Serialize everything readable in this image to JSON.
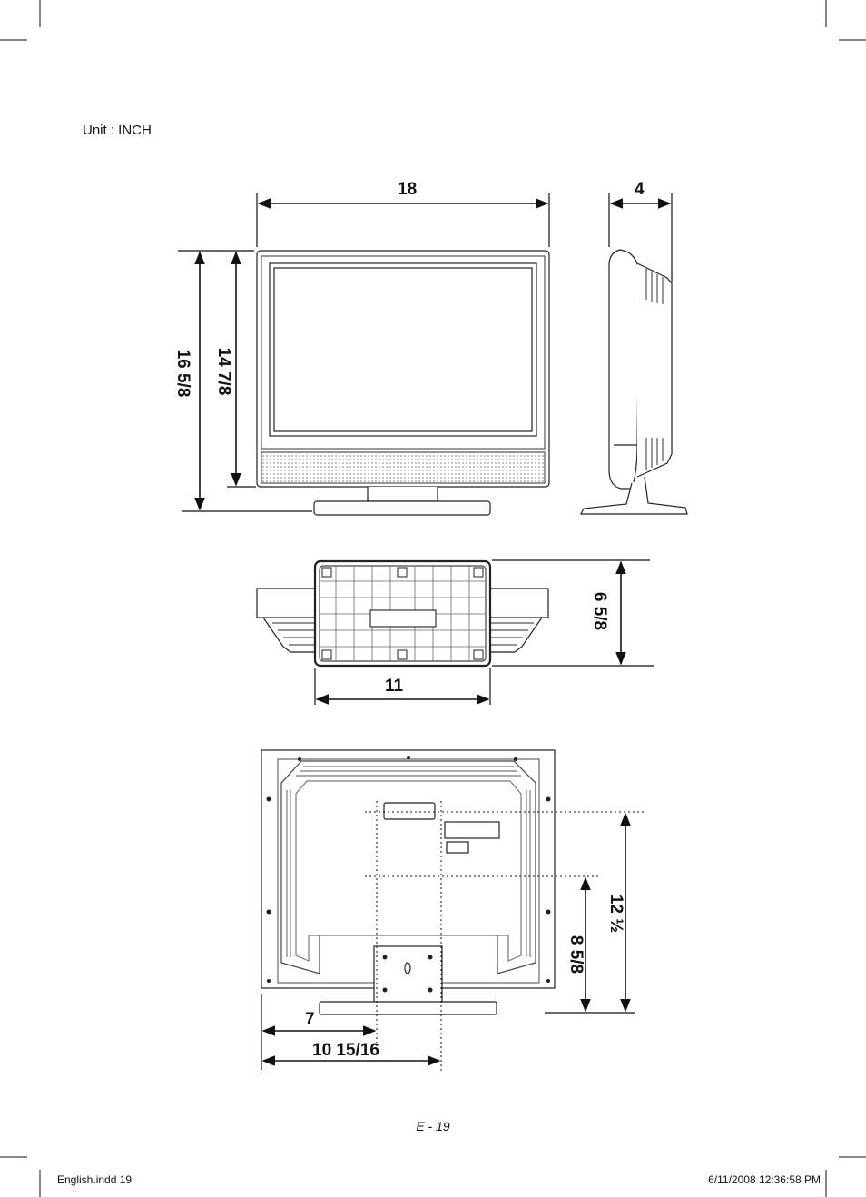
{
  "unit_label": "Unit : INCH",
  "front_view": {
    "width": "18",
    "height_total": "16 5/8",
    "height_panel": "14 7/8"
  },
  "side_view": {
    "depth": "4"
  },
  "stand_view": {
    "stand_width": "11",
    "stand_depth": "6 5/8"
  },
  "rear_view": {
    "height_to_upper_mount": "12 ½",
    "height_to_lower_mount": "8 5/8",
    "mount_offset_1": "7",
    "mount_offset_2": "10 15/16"
  },
  "footer": {
    "page_number": "E - 19",
    "file_slug": "English.indd   19",
    "timestamp": "6/11/2008   12:36:58 PM"
  }
}
